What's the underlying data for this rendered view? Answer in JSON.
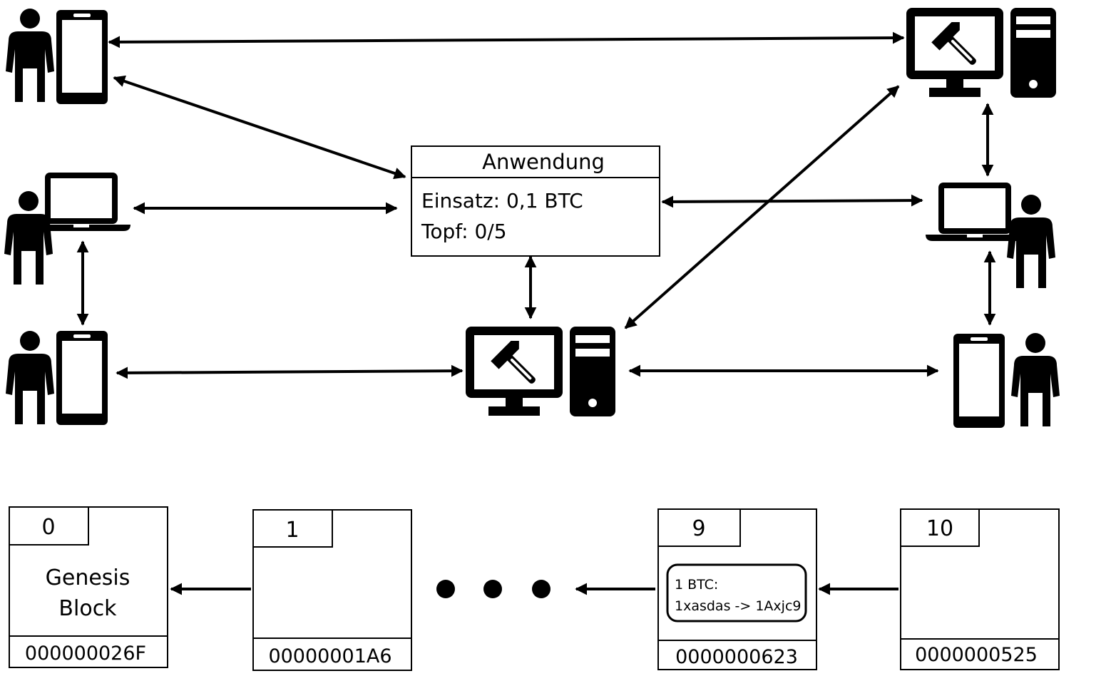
{
  "application": {
    "title": "Anwendung",
    "stake": "Einsatz: 0,1 BTC",
    "pot": "Topf: 0/5"
  },
  "devices": {
    "left": [
      {
        "person": "person-icon",
        "device": "smartphone-icon"
      },
      {
        "person": "person-icon",
        "device": "laptop-icon"
      },
      {
        "person": "person-icon",
        "device": "smartphone-icon"
      }
    ],
    "right": [
      {
        "device": "mining-computer-icon"
      },
      {
        "person": "person-icon",
        "device": "laptop-icon"
      },
      {
        "person": "person-icon",
        "device": "smartphone-icon"
      }
    ],
    "center": {
      "device": "mining-computer-icon"
    }
  },
  "blockchain": {
    "blocks": [
      {
        "number": "0",
        "content_line1": "Genesis",
        "content_line2": "Block",
        "hash": "000000026F"
      },
      {
        "number": "1",
        "hash": "00000001A6"
      },
      {
        "number": "9",
        "tx_line1": "1 BTC:",
        "tx_line2": "1xasdas -> 1Axjc9",
        "hash": "0000000623"
      },
      {
        "number": "10",
        "hash": "0000000525"
      }
    ],
    "ellipsis": "ellipsis-dots"
  },
  "colors": {
    "ink": "#000000",
    "background": "#ffffff"
  }
}
